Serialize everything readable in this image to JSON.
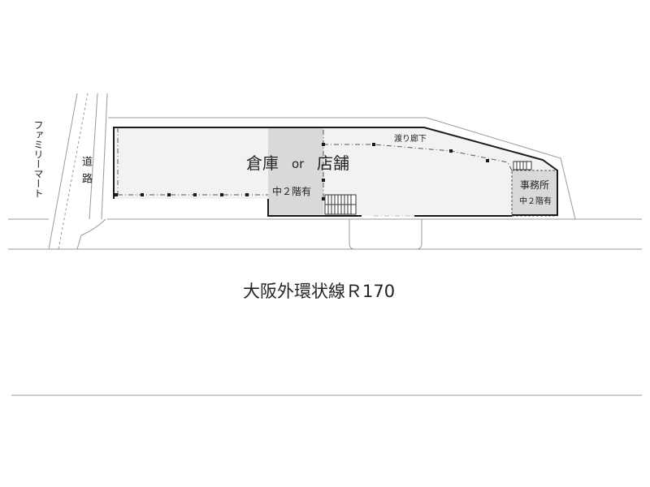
{
  "labels": {
    "main_area": "倉庫",
    "main_area_or": "or",
    "main_area_alt": "店舗",
    "mezzanine_main": "中２階有",
    "corridor": "渡り廊下",
    "office": "事務所",
    "office_mezzanine": "中２階有",
    "highway": "大阪外環状線Ｒ170",
    "side_road": "道路",
    "convenience_store": "ファミリーマート"
  },
  "colors": {
    "line": "#222222",
    "wall": "#1a1a1a",
    "building_fill": "#f2f2f2",
    "mezzanine_fill": "#d9d9d9",
    "road_line": "#999999"
  }
}
